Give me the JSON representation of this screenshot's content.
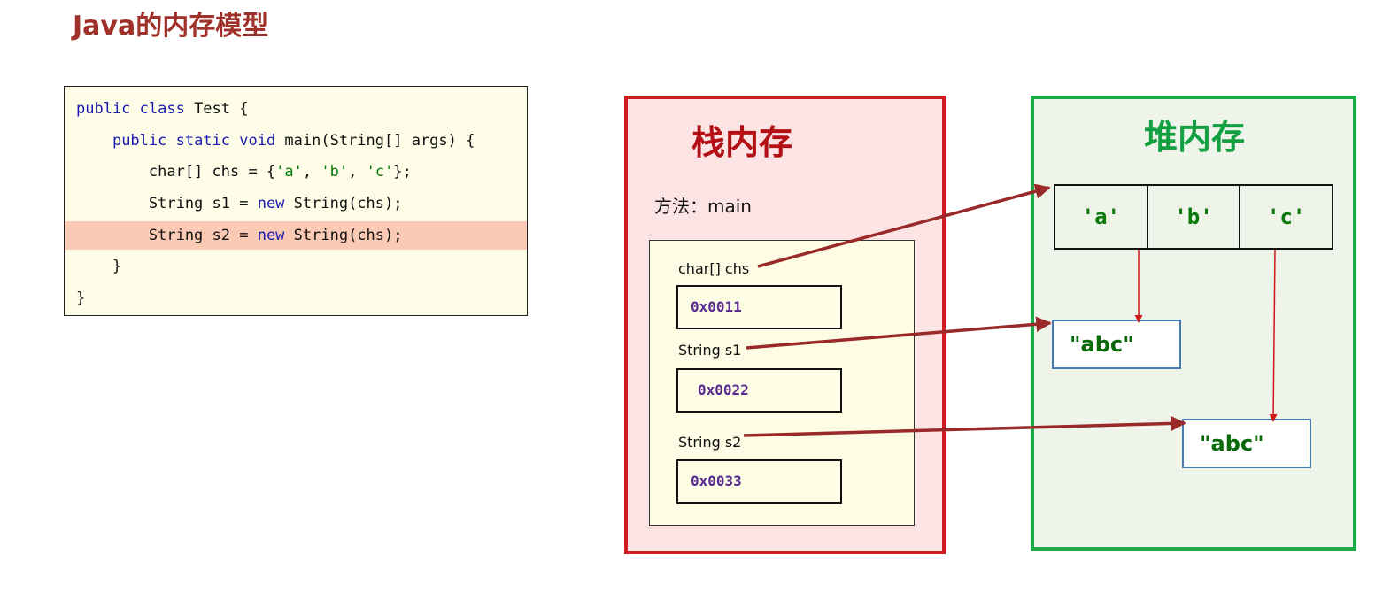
{
  "title": "Java的内存模型",
  "code": {
    "lines": [
      "public class Test {",
      "    public static void main(String[] args) {",
      "        char[] chs = {'a', 'b', 'c'};",
      "        String s1 = new String(chs);",
      "        String s2 = new String(chs);",
      "    }",
      "}"
    ],
    "highlighted_line": 4
  },
  "stack": {
    "title": "栈内存",
    "method_label": "方法：main",
    "vars": [
      {
        "label": "char[]  chs",
        "value": "0x0011"
      },
      {
        "label": "String  s1",
        "value": "0x0022"
      },
      {
        "label": "String  s2",
        "value": "0x0033"
      }
    ]
  },
  "heap": {
    "title": "堆内存",
    "char_array": [
      "'a'",
      "'b'",
      "'c'"
    ],
    "strings": [
      "\"abc\"",
      "\"abc\""
    ]
  },
  "colors": {
    "stack_border": "#d21c24",
    "heap_border": "#1ea84a",
    "arrow": "#9a2a2a",
    "thin_arrow": "#d01818"
  }
}
